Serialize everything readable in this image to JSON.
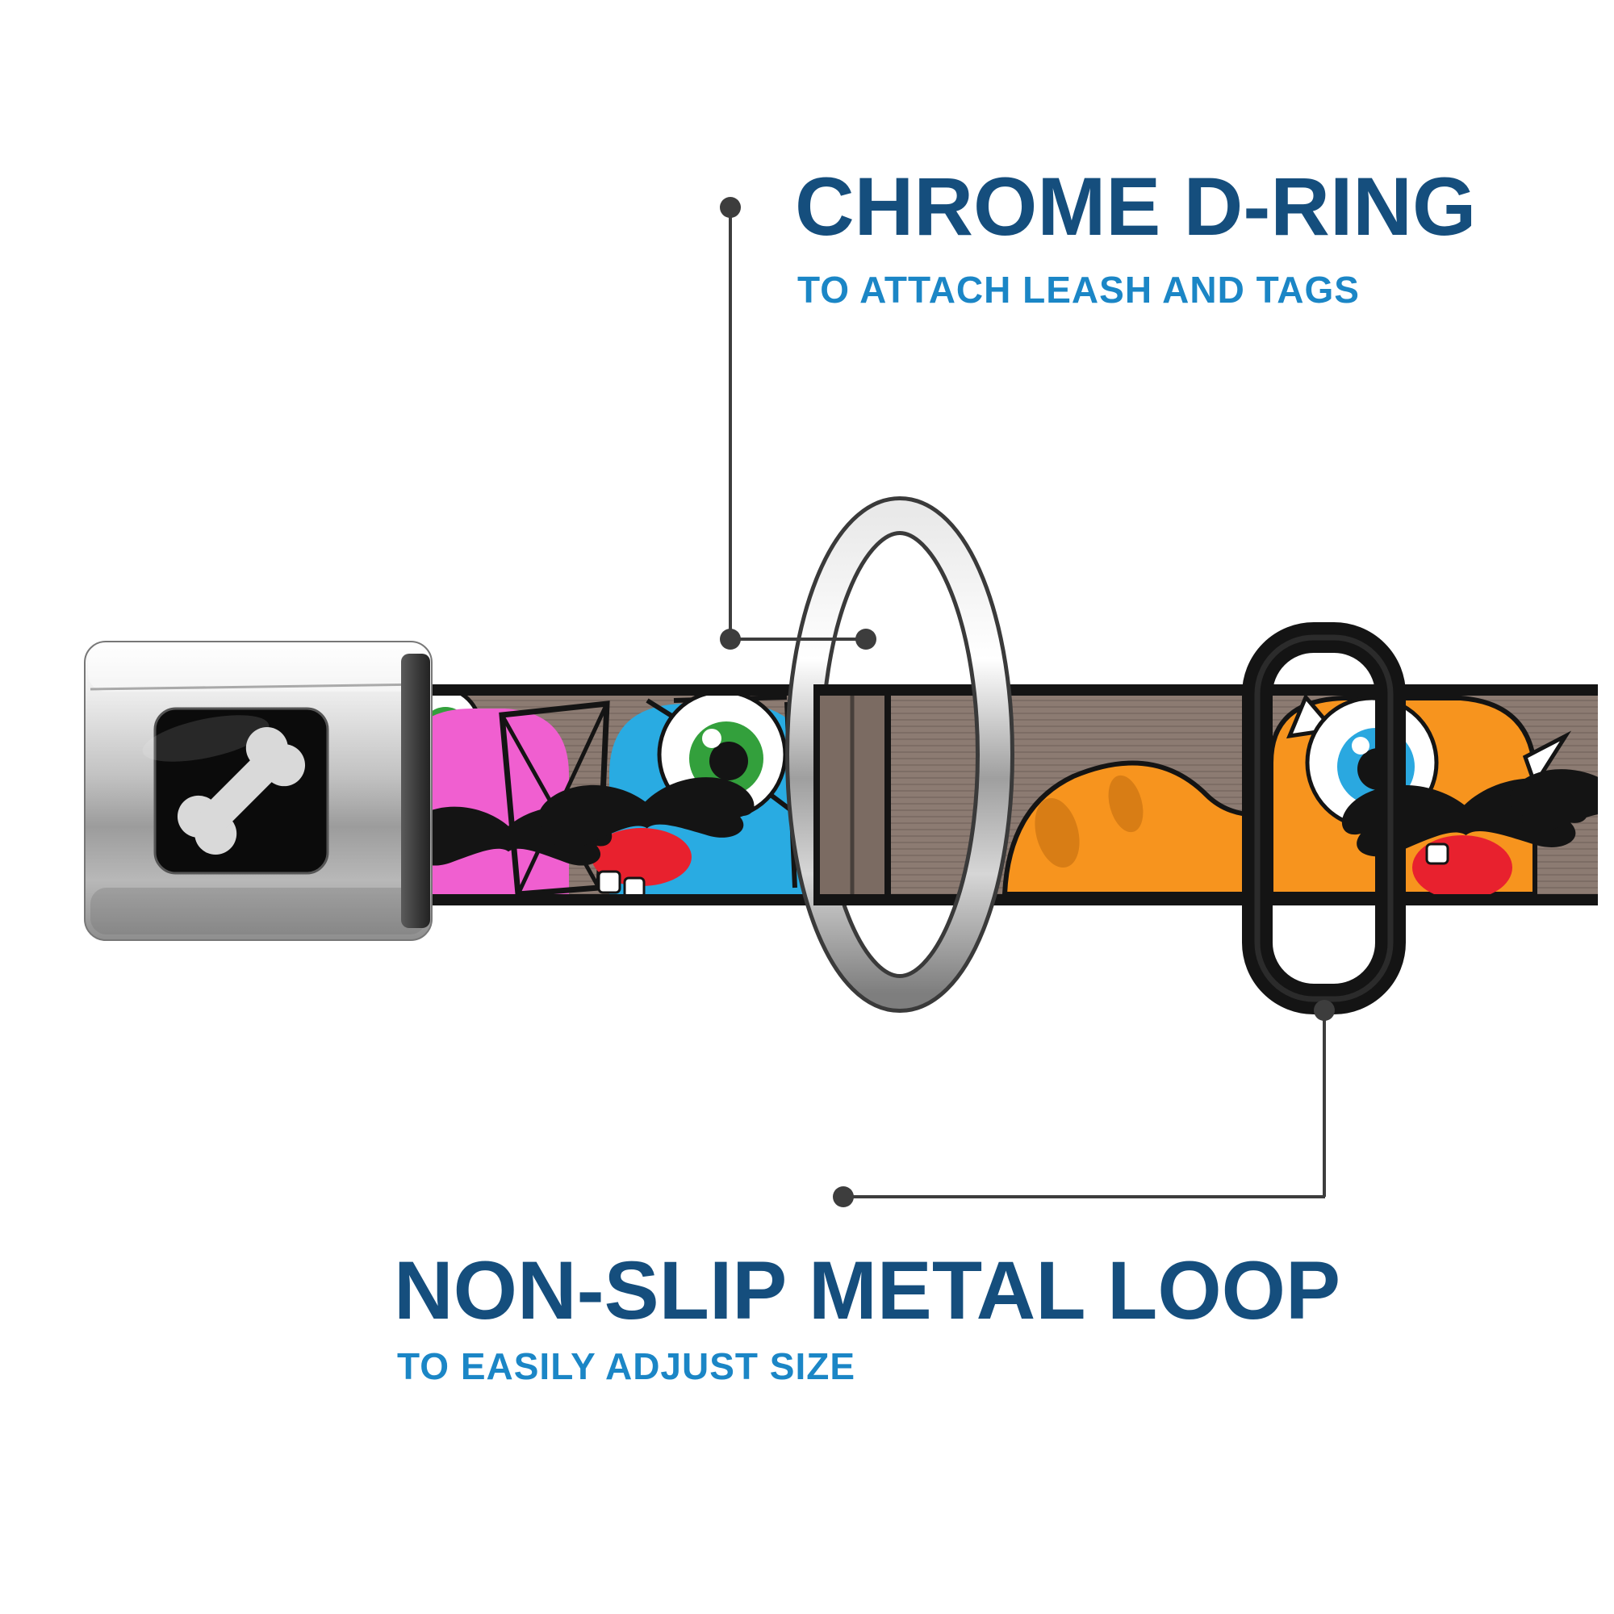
{
  "annotations": {
    "top": {
      "title": "CHROME D-RING",
      "subtitle": "TO ATTACH LEASH AND TAGS"
    },
    "bottom": {
      "title": "NON-SLIP METAL LOOP",
      "subtitle": "TO EASILY ADJUST SIZE"
    }
  },
  "product": {
    "buckle_logo": "bone-icon",
    "parts": [
      "seatbelt-buckle",
      "chrome-d-ring",
      "patterned-strap",
      "non-slip-metal-loop"
    ]
  },
  "colors": {
    "title_navy": "#154e7d",
    "subtitle_blue": "#1b86c6",
    "callout_gray": "#3d3d3d",
    "strap_brown": "#8c7b72",
    "monster_pink": "#f05fd0",
    "monster_blue": "#29abe2",
    "monster_orange": "#f7941e",
    "mustache_black": "#141414",
    "background": "#ffffff"
  }
}
